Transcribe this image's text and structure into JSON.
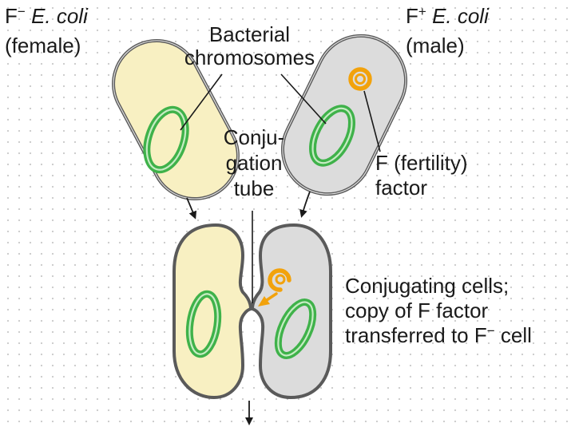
{
  "labels": {
    "f_minus_prefix": "F",
    "f_minus_sign": "−",
    "f_minus_species": "E. coli",
    "female": "(female)",
    "f_plus_prefix": "F",
    "f_plus_sign": "+",
    "f_plus_species": "E. coli",
    "male": "(male)",
    "bacterial_chromosomes_line1": "Bacterial",
    "bacterial_chromosomes_line2": "chromosomes",
    "conjugation_tube_line1": "Conju-",
    "conjugation_tube_line2": "gation",
    "conjugation_tube_line3": "tube",
    "f_factor_line1": "F (fertility)",
    "f_factor_line2": "factor",
    "conjugating_line1": "Conjugating cells;",
    "conjugating_line2": "copy of F factor",
    "conjugating_line3_prefix": "transferred to F",
    "conjugating_line3_sign": "−",
    "conjugating_line3_suffix": " cell"
  },
  "colors": {
    "female_cell_fill": "#f8f0c2",
    "male_cell_fill": "#dcdcdc",
    "cell_outline": "#5a5a5a",
    "chromosome": "#3fb24a",
    "f_factor": "#f2a20c"
  }
}
